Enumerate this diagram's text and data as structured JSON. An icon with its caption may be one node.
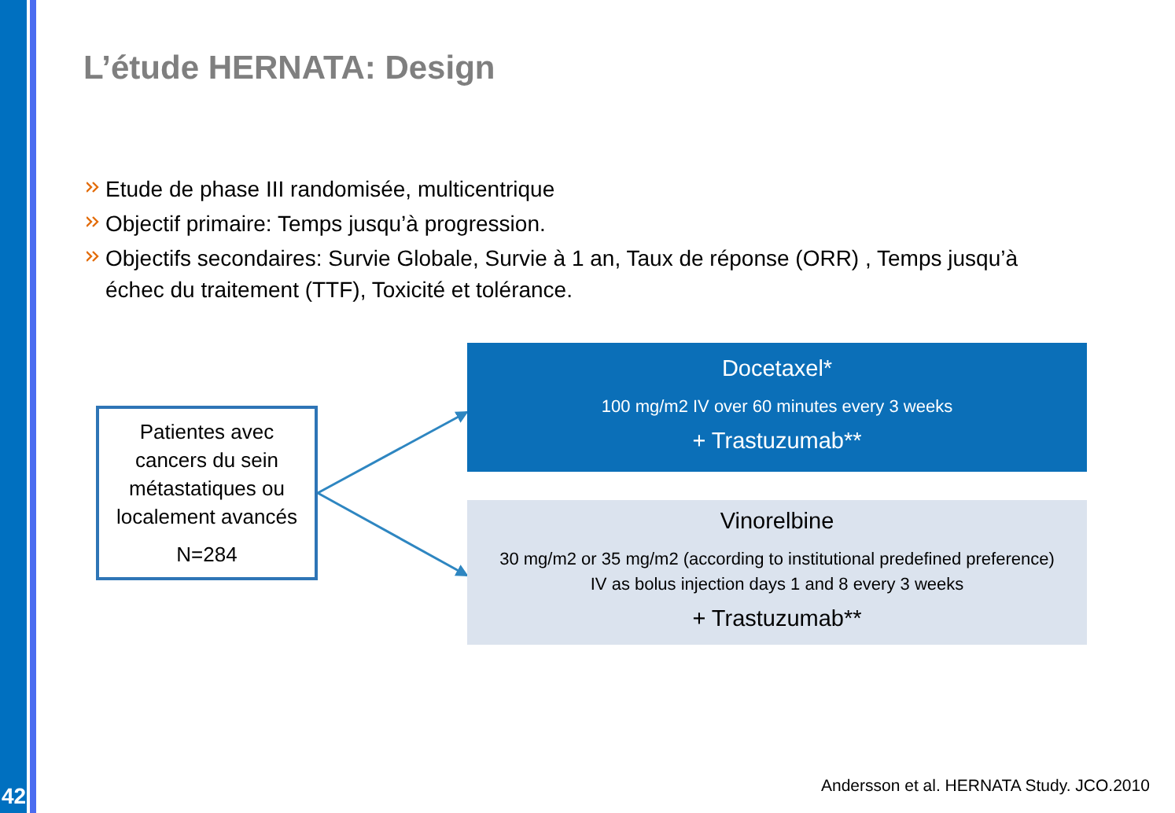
{
  "diagram": {
    "title": "L’étude HERNATA: Design",
    "nodes": [
      {
        "text": [
          "Patientes avec cancers du sein métastatiques ou localement avancés",
          "N=284"
        ]
      },
      {
        "text": [
          "Docetaxel*",
          "100 mg/m2 IV over 60 minutes every 3 weeks",
          "+ Trastuzumab**"
        ]
      },
      {
        "text": [
          "Vinorelbine",
          "30 mg/m2 or 35 mg/m2 (according to institutional predefined preference) IV as bolus injection days 1 and 8 every 3 weeks",
          "+ Trastuzumab**"
        ]
      }
    ],
    "edges": [
      {
        "from": 0,
        "to": 1,
        "arrow": "to"
      },
      {
        "from": 0,
        "to": 2,
        "arrow": "to"
      }
    ],
    "labels": [
      "Etude de phase III randomisée, multicentrique",
      "Objectif primaire: Temps jusqu’à progression.",
      "Objectifs secondaires: Survie Globale, Survie à 1 an, Taux de réponse (ORR) , Temps jusqu’à échec du traitement (TTF), Toxicité et tolérance.",
      "42",
      "Andersson et al. HERNATA  Study. JCO.2010"
    ]
  }
}
